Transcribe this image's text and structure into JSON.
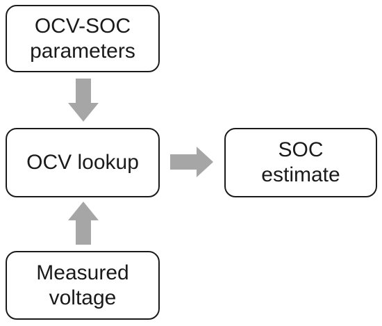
{
  "diagram": {
    "nodes": {
      "params": "OCV-SOC\nparameters",
      "lookup": "OCV lookup",
      "voltage": "Measured\nvoltage",
      "soc": "SOC\nestimate"
    },
    "edges": [
      {
        "from": "params",
        "to": "lookup"
      },
      {
        "from": "voltage",
        "to": "lookup"
      },
      {
        "from": "lookup",
        "to": "soc"
      }
    ],
    "colors": {
      "arrow": "#a6a6a6",
      "border": "#1a1a1a",
      "text": "#1a1a1a",
      "background": "#ffffff"
    }
  }
}
